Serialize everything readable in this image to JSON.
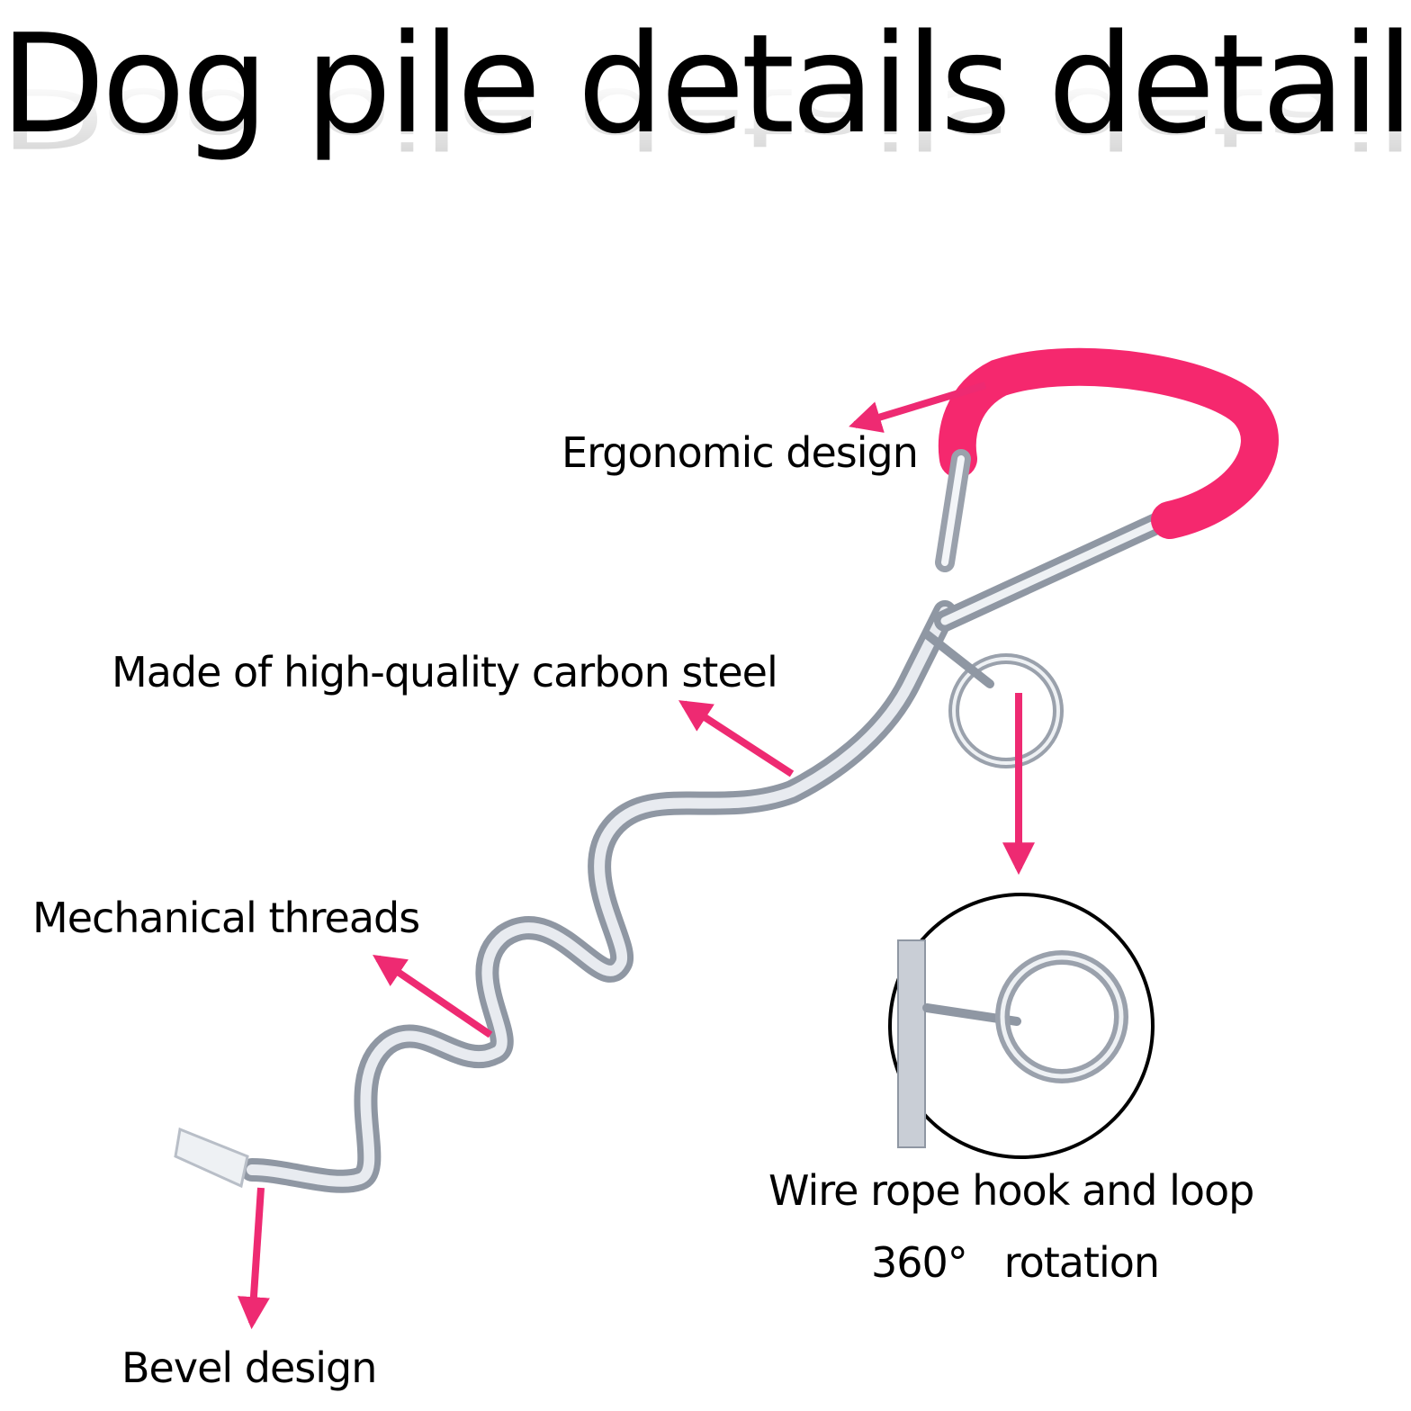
{
  "title": "Dog pile details details",
  "labels": {
    "ergonomic": "Ergonomic design",
    "carbon_steel": "Made of high-quality carbon steel",
    "threads": "Mechanical threads",
    "bevel": "Bevel design",
    "hook_loop": "Wire rope hook and loop",
    "rotation": "360°   rotation"
  },
  "colors": {
    "accent": "#ee2a72",
    "handle": "#f5286e",
    "steel": "#c9ced6"
  }
}
